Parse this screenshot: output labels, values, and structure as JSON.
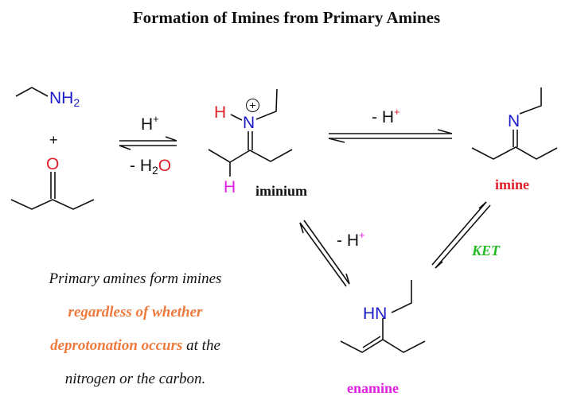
{
  "title": "Formation of Imines from Primary Amines",
  "colors": {
    "nitrogen": "#1a1ac8",
    "oxygen": "#e0202a",
    "iminium_h": "#e0202a",
    "enamine_h": "#e020e0",
    "imine_label": "#e0202a",
    "enamine_label": "#e020e0",
    "ket_label": "#22bb22",
    "highlight_text": "#ee7a3e",
    "text": "#111111"
  },
  "reactants": {
    "amine": {
      "group": "NH",
      "subscript": "2"
    },
    "plus": "+",
    "ketone": {
      "oxygen": "O"
    }
  },
  "arrow1": {
    "above": {
      "text": "H",
      "sup": "+"
    },
    "below": {
      "prefix": "- H",
      "sub": "2",
      "suffix": "O"
    }
  },
  "iminium": {
    "h_on_n": "H",
    "n": "N",
    "charge": "+",
    "h_on_c": "H",
    "label": "iminium"
  },
  "arrow2": {
    "above": {
      "prefix": "- H",
      "sup": "+"
    }
  },
  "imine": {
    "n": "N",
    "label": "imine"
  },
  "arrow3": {
    "label": {
      "prefix": "- H",
      "sup": "+"
    }
  },
  "arrow4": {
    "label": "KET"
  },
  "enamine": {
    "nh": "HN",
    "label": "enamine"
  },
  "note": {
    "line1": "Primary amines form imines",
    "line2": "regardless of whether",
    "line3_highlight": "deprotonation occurs",
    "line3_rest": " at the",
    "line4": "nitrogen or the carbon."
  }
}
